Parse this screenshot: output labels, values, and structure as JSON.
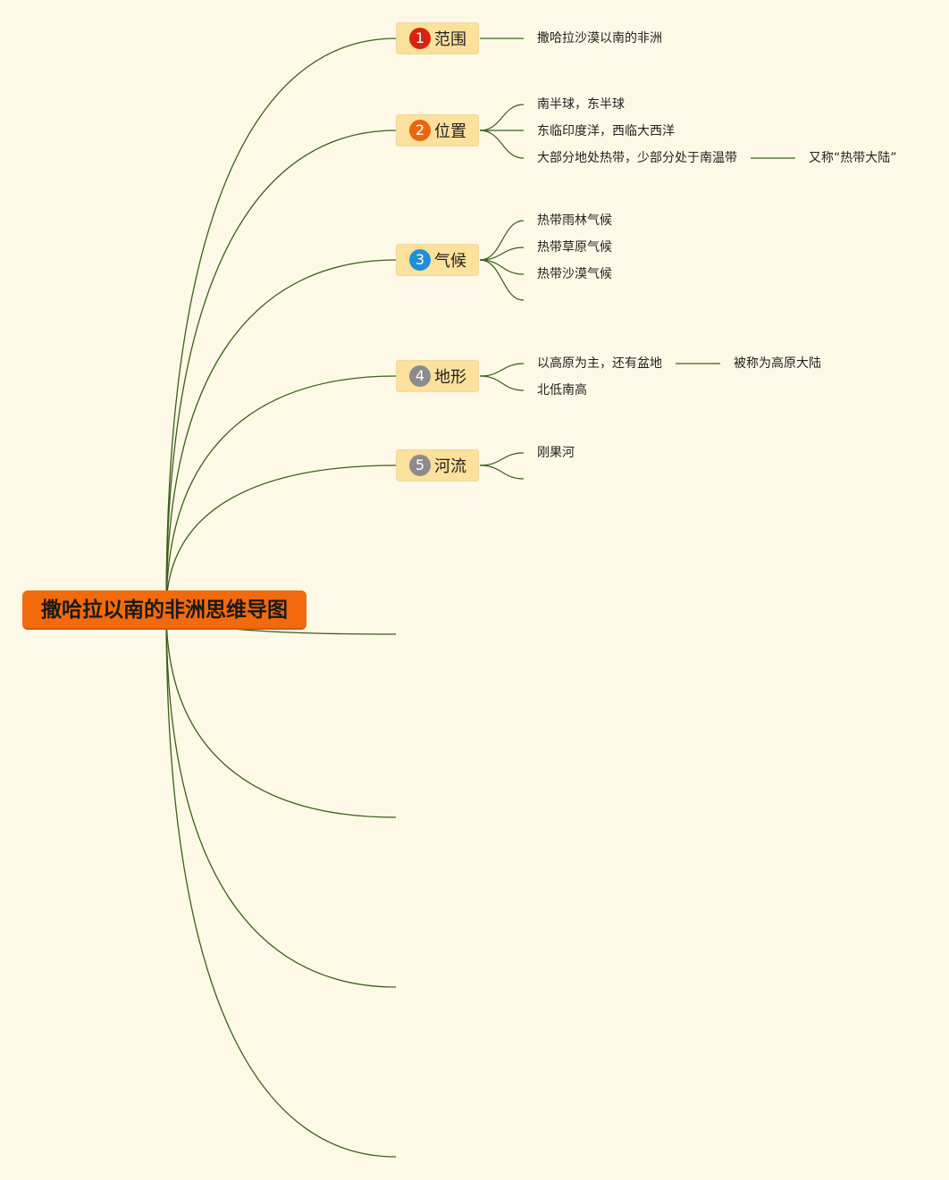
{
  "root": {
    "label": "撒哈拉以南的非洲思维导图",
    "color": "#f26a0b"
  },
  "line_color": "#3b5e1a",
  "branches": [
    {
      "number": "1",
      "label": "范围",
      "badge_color": "#d9230f",
      "children": [
        {
          "text": "撒哈拉沙漠以南的非洲",
          "note": ""
        }
      ]
    },
    {
      "number": "2",
      "label": "位置",
      "badge_color": "#e8680f",
      "children": [
        {
          "text": "南半球，东半球",
          "note": ""
        },
        {
          "text": "东临印度洋，西临大西洋",
          "note": ""
        },
        {
          "text": "大部分地处热带，少部分处于南温带",
          "note": "又称“热带大陆”"
        }
      ]
    },
    {
      "number": "3",
      "label": "气候",
      "badge_color": "#1e90d6",
      "children": [
        {
          "text": "热带雨林气候",
          "note": ""
        },
        {
          "text": "热带草原气候",
          "note": ""
        },
        {
          "text": "热带沙漠气候",
          "note": ""
        },
        {
          "text": "",
          "note": ""
        }
      ]
    },
    {
      "number": "4",
      "label": "地形",
      "badge_color": "#8c8c8c",
      "children": [
        {
          "text": "以高原为主，还有盆地",
          "note": "被称为高原大陆"
        },
        {
          "text": "北低南高",
          "note": ""
        }
      ]
    },
    {
      "number": "5",
      "label": "河流",
      "badge_color": "#8c8c8c",
      "children": [
        {
          "text": "刚果河",
          "note": ""
        },
        {
          "text": "",
          "note": ""
        }
      ]
    }
  ],
  "empty_branch_count": 4
}
